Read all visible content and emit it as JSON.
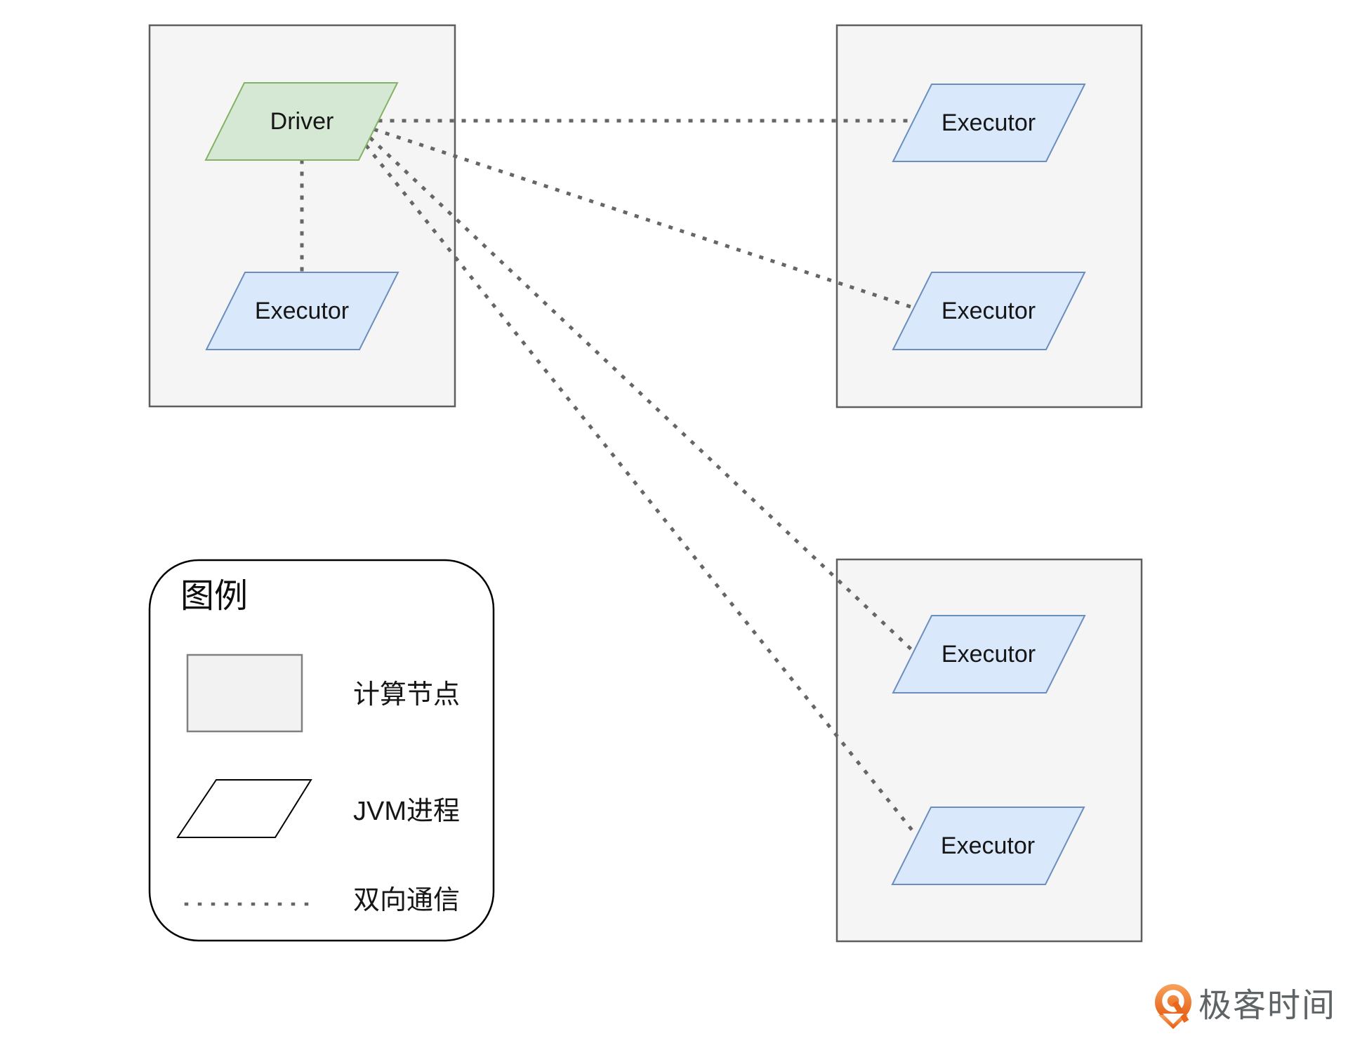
{
  "nodes": {
    "driver": {
      "label": "Driver"
    },
    "executors": [
      {
        "location": "left-node",
        "label": "Executor"
      },
      {
        "location": "right-top-node-upper",
        "label": "Executor"
      },
      {
        "location": "right-top-node-lower",
        "label": "Executor"
      },
      {
        "location": "right-bottom-node-upper",
        "label": "Executor"
      },
      {
        "location": "right-bottom-node-lower",
        "label": "Executor"
      }
    ]
  },
  "legend": {
    "title": "图例",
    "items": [
      {
        "swatch": "compute-node-rect",
        "label": "计算节点"
      },
      {
        "swatch": "jvm-parallelogram",
        "label": "JVM进程"
      },
      {
        "swatch": "dotted-line",
        "label": "双向通信"
      }
    ]
  },
  "watermark": {
    "brand": "极客时间"
  },
  "colors": {
    "compute_node_fill": "#f5f5f5",
    "compute_node_border": "#5e5e5e",
    "driver_fill": "#d5e8d4",
    "driver_border": "#82b366",
    "executor_fill": "#dae8fc",
    "executor_border": "#6c8ebf",
    "comm_line": "#666666",
    "legend_border": "#000000",
    "brand_orange_top": "#f7a35c",
    "brand_orange_bottom": "#e55a10",
    "brand_text": "#5e6365"
  }
}
